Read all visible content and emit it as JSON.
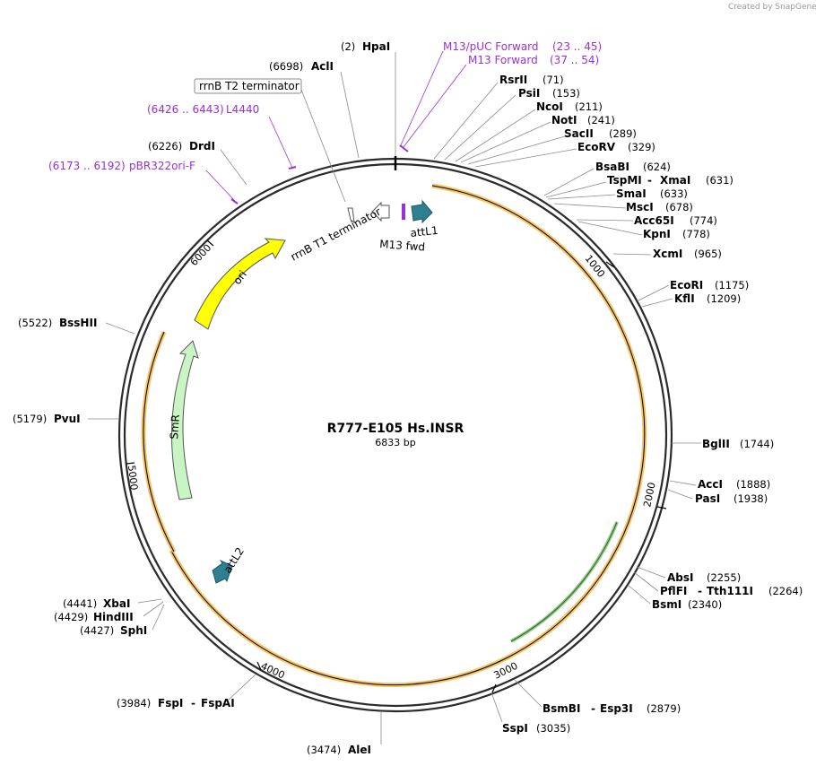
{
  "credit": "Created by SnapGene",
  "plasmid": {
    "name": "R777-E105 Hs.INSR",
    "length_label": "6833 bp"
  },
  "ticks": [
    "1000",
    "2000",
    "3000",
    "4000",
    "5000",
    "6000"
  ],
  "features": {
    "attL1": "attL1",
    "attL2": "attL2",
    "m13_fwd": "M13 fwd",
    "rrnb_t1": "rrnB T1 terminator",
    "rrnb_t2": "rrnB T2 terminator",
    "ori": "ori",
    "smr": "SmR"
  },
  "sites": [
    {
      "name": "HpaI",
      "pos": "(2)"
    },
    {
      "name": "AclI",
      "pos": "(6698)"
    },
    {
      "name": "RsrII",
      "pos": "(71)"
    },
    {
      "name": "PsiI",
      "pos": "(153)"
    },
    {
      "name": "NcoI",
      "pos": "(211)"
    },
    {
      "name": "NotI",
      "pos": "(241)"
    },
    {
      "name": "SacII",
      "pos": "(289)"
    },
    {
      "name": "EcoRV",
      "pos": "(329)"
    },
    {
      "name": "BsaBI",
      "pos": "(624)"
    },
    {
      "name": "TspMI",
      "name2": "XmaI",
      "pos": "(631)"
    },
    {
      "name": "SmaI",
      "pos": "(633)"
    },
    {
      "name": "MscI",
      "pos": "(678)"
    },
    {
      "name": "Acc65I",
      "pos": "(774)"
    },
    {
      "name": "KpnI",
      "pos": "(778)"
    },
    {
      "name": "XcmI",
      "pos": "(965)"
    },
    {
      "name": "EcoRI",
      "pos": "(1175)"
    },
    {
      "name": "KflI",
      "pos": "(1209)"
    },
    {
      "name": "BglII",
      "pos": "(1744)"
    },
    {
      "name": "AccI",
      "pos": "(1888)"
    },
    {
      "name": "PasI",
      "pos": "(1938)"
    },
    {
      "name": "AbsI",
      "pos": "(2255)"
    },
    {
      "name": "PflFI",
      "name2": "Tth111I",
      "pos": "(2264)"
    },
    {
      "name": "BsmI",
      "pos": "(2340)"
    },
    {
      "name": "BsmBI",
      "name2": "Esp3I",
      "pos": "(2879)"
    },
    {
      "name": "SspI",
      "pos": "(3035)"
    },
    {
      "name": "AleI",
      "pos": "(3474)"
    },
    {
      "name": "FspI",
      "name2": "FspAI",
      "pos": "(3984)"
    },
    {
      "name": "XbaI",
      "pos": "(4441)"
    },
    {
      "name": "HindIII",
      "pos": "(4429)"
    },
    {
      "name": "SphI",
      "pos": "(4427)"
    },
    {
      "name": "PvuI",
      "pos": "(5179)"
    },
    {
      "name": "BssHII",
      "pos": "(5522)"
    },
    {
      "name": "DrdI",
      "pos": "(6226)"
    }
  ],
  "primers": [
    {
      "name": "M13/pUC Forward",
      "pos": "(23 .. 45)"
    },
    {
      "name": "M13 Forward",
      "pos": "(37 .. 54)"
    },
    {
      "name": "L4440",
      "pos": "(6426 .. 6443)"
    },
    {
      "name": "pBR322ori-F",
      "pos": "(6173 .. 6192)"
    }
  ],
  "colors": {
    "backbone": "#2b2b2b",
    "orange_feature": "#f5b94a",
    "green_feature": "#3e9b2e",
    "attL": "#2e7f92",
    "ori": "#ffff00",
    "smr": "#c9f5c4",
    "primer": "#9b30d9"
  }
}
